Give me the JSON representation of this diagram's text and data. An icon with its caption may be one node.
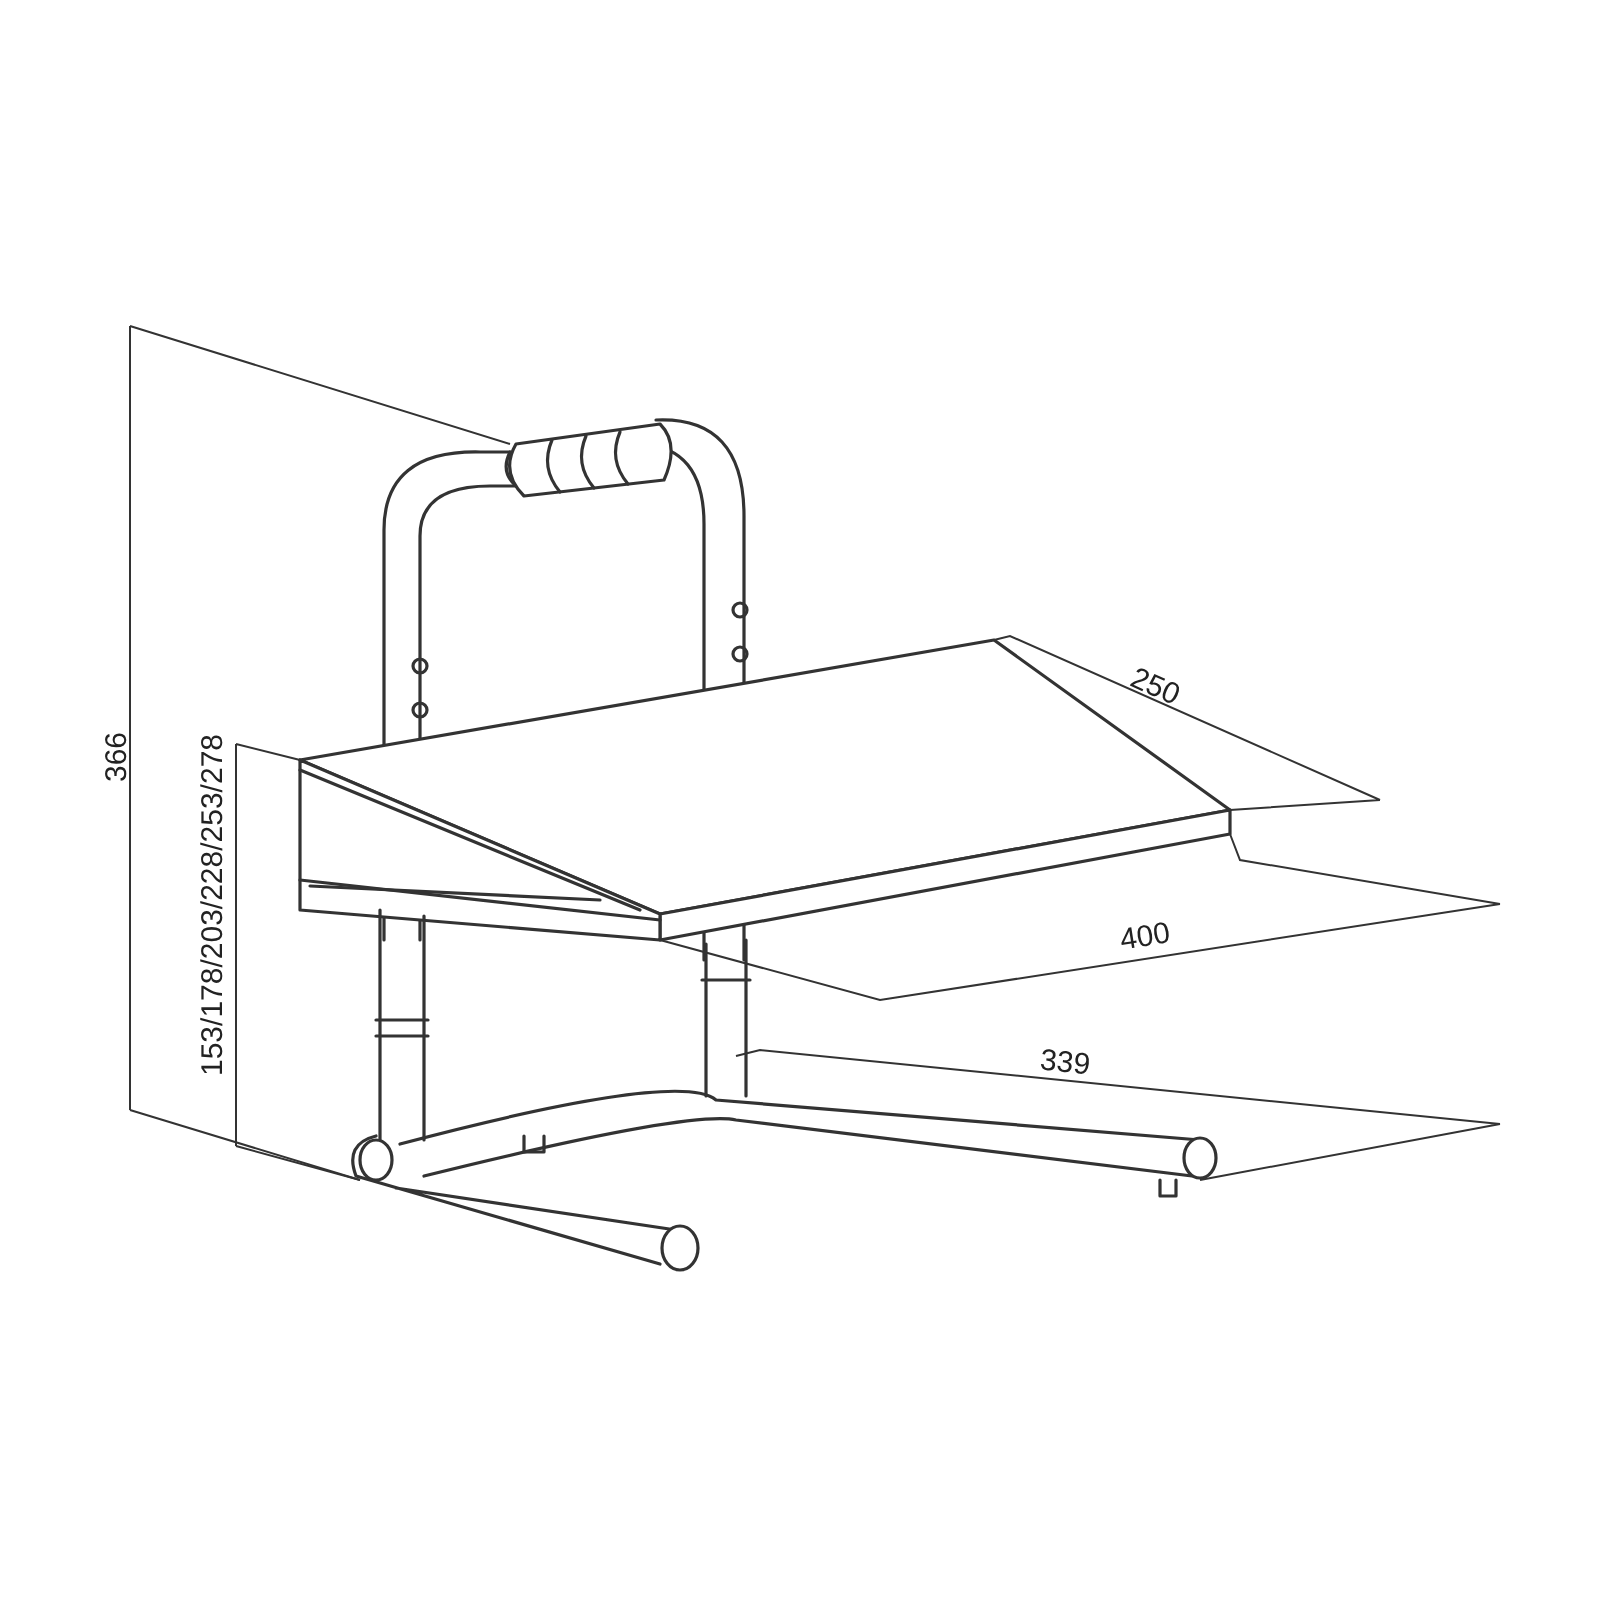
{
  "diagram": {
    "labels": [
      "366",
      "153/178/203/228/253/278",
      "250",
      "400",
      "339"
    ]
  }
}
